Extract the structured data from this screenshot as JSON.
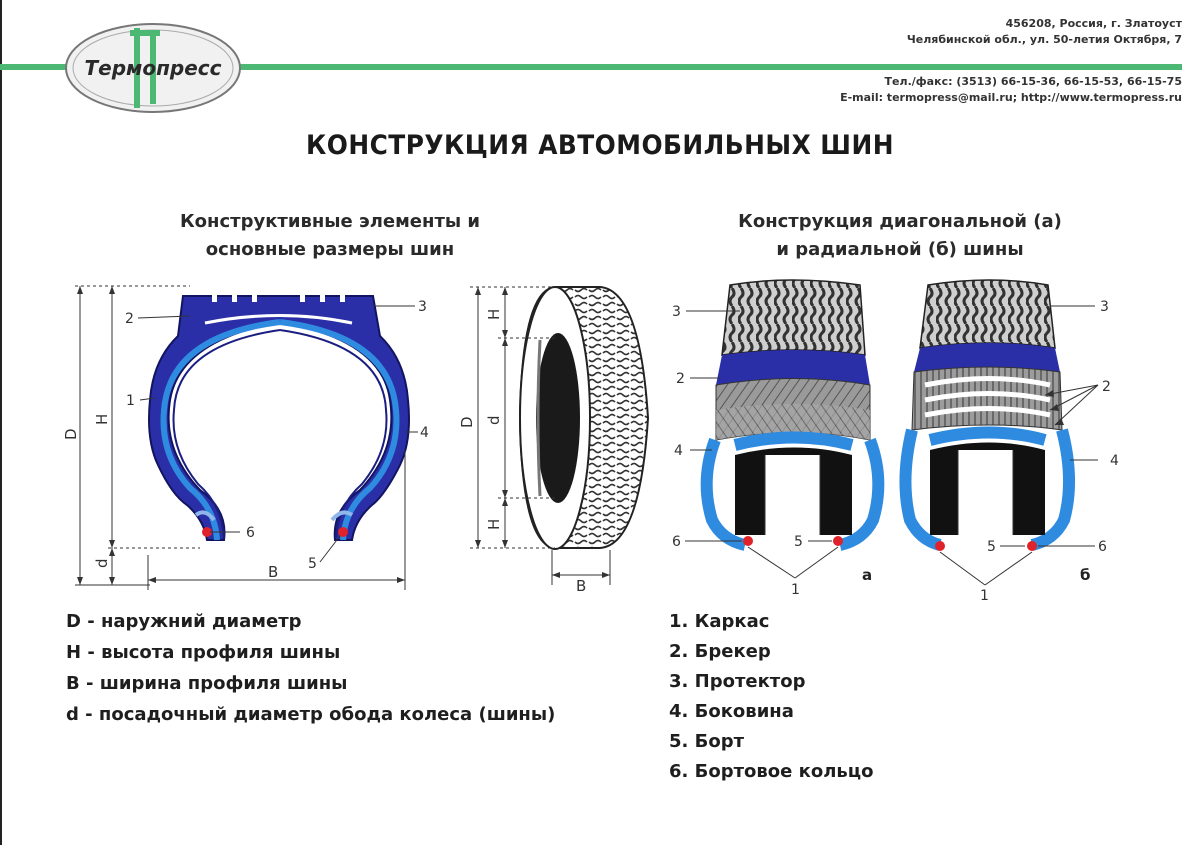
{
  "company": {
    "logo_text": "Термопресс",
    "address_line1": "456208, Россия, г. Златоуст",
    "address_line2": "Челябинской обл., ул. 50-летия Октября, 7",
    "phones": "Тел./факс: (3513) 66-15-36, 66-15-53, 66-15-75",
    "email": "E-mail: termopress@mail.ru; http://www.termopress.ru"
  },
  "title": "КОНСТРУКЦИЯ АВТОМОБИЛЬНЫХ ШИН",
  "left_section": {
    "subtitle_line1": "Конструктивные элементы и",
    "subtitle_line2": "основные размеры шин",
    "dims": {
      "D": "D",
      "H": "H",
      "d": "d",
      "B": "B"
    },
    "callouts": {
      "n1": "1",
      "n2": "2",
      "n3": "3",
      "n4": "4",
      "n5": "5",
      "n6": "6"
    }
  },
  "right_section": {
    "subtitle_line1": "Конструкция диагональной (а)",
    "subtitle_line2": "и радиальной (б) шины",
    "label_a": "а",
    "label_b": "б",
    "callouts": {
      "n1": "1",
      "n2": "2",
      "n3": "3",
      "n4": "4",
      "n5": "5",
      "n6": "6"
    }
  },
  "dimension_legend": [
    "D - наружний диаметр",
    "H - высота профиля шины",
    "B - ширина профиля шины",
    "d - посадочный диаметр обода колеса (шины)"
  ],
  "parts_legend": [
    "1. Каркас",
    "2. Брекер",
    "3. Протектор",
    "4. Боковина",
    "5. Борт",
    "6. Бортовое кольцо"
  ],
  "colors": {
    "accent_green": "#4db873",
    "tread_blue": "#2a2fa8",
    "carcass_blue": "#2f8be0",
    "bead_red": "#e0222a"
  }
}
